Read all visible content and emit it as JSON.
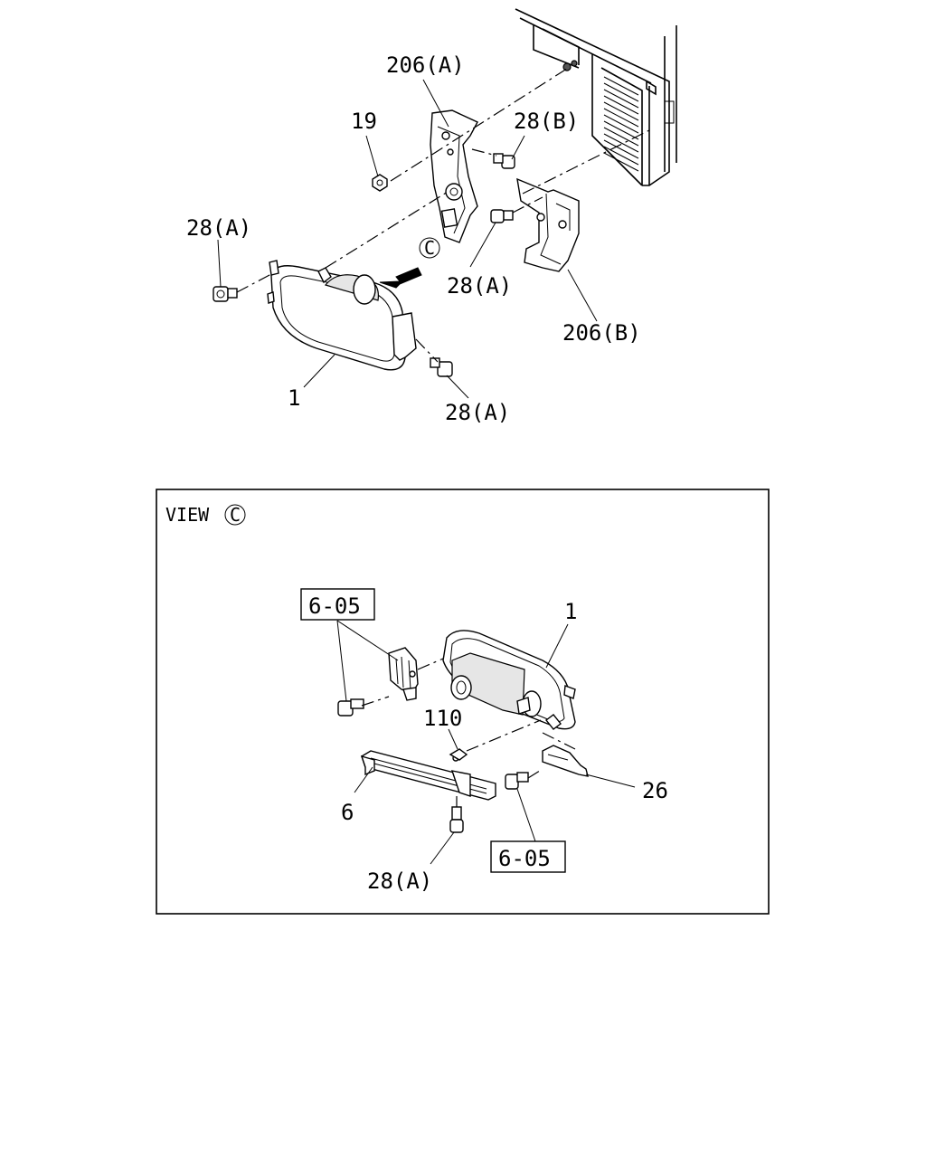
{
  "top": {
    "callouts": {
      "c206a": "206(A)",
      "c19": "19",
      "c28b": "28(B)",
      "c28a_left": "28(A)",
      "c_view_marker": "C",
      "c28a_mid": "28(A)",
      "c206b": "206(B)",
      "c1": "1",
      "c28a_bottom": "28(A)"
    }
  },
  "view": {
    "title": "VIEW",
    "marker": "C",
    "callouts": {
      "ref605_upper": "6-05",
      "c1": "1",
      "c110": "110",
      "c6": "6",
      "c26": "26",
      "ref605_lower": "6-05",
      "c28a": "28(A)"
    }
  }
}
